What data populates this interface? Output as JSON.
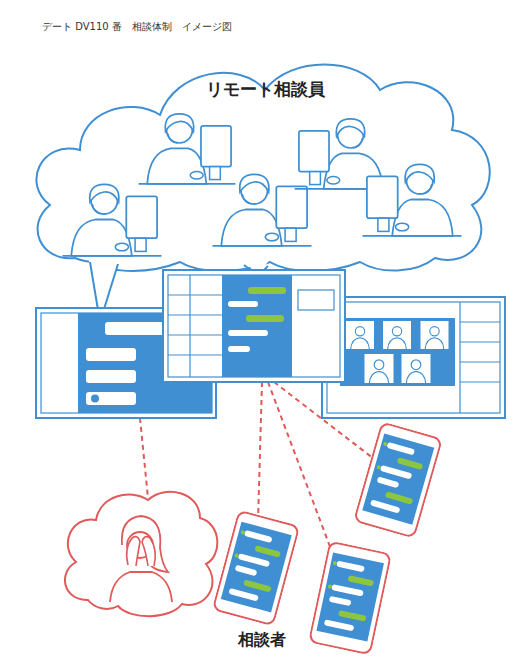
{
  "diagram": {
    "title": "デート DV110 番　相談体制　イメージ図",
    "nodes": [
      {
        "text": [
          "リモート相談員"
        ]
      }
    ],
    "labels": [
      "相談者"
    ]
  }
}
